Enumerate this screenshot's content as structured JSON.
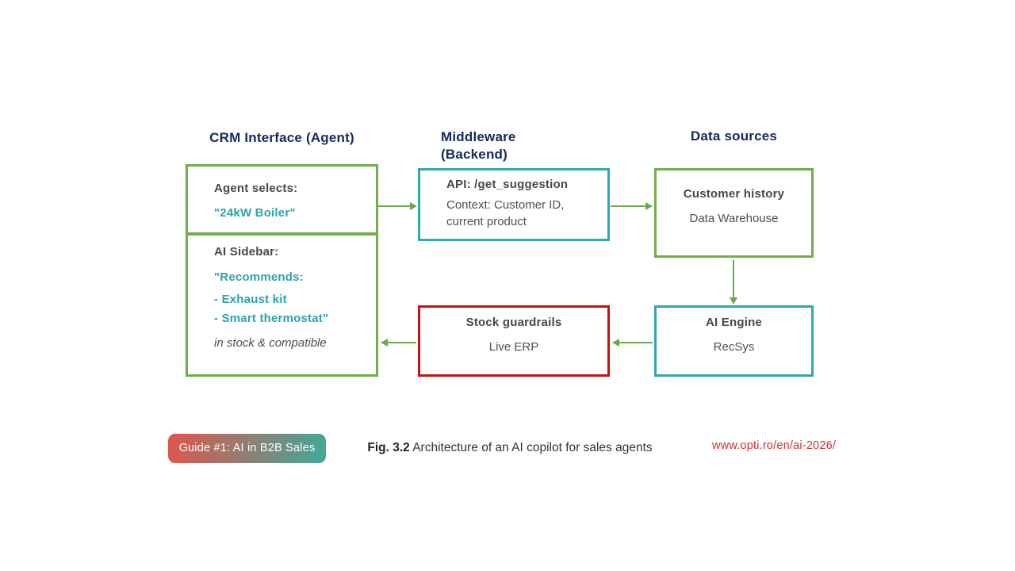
{
  "headers": {
    "crm": "CRM Interface (Agent)",
    "middleware": "Middleware\n(Backend)",
    "data_sources": "Data sources"
  },
  "boxes": {
    "agent_selects": {
      "title": "Agent selects:",
      "value": "\"24kW Boiler\""
    },
    "ai_sidebar": {
      "title": "AI Sidebar:",
      "recommend_line1": "\"Recommends:",
      "recommend_line2": "- Exhaust kit",
      "recommend_line3": "- Smart thermostat\"",
      "note": "in stock & compatible"
    },
    "api": {
      "title": "API: /get_suggestion",
      "desc": "Context: Customer ID,\ncurrent product"
    },
    "stock_guardrails": {
      "title": "Stock guardrails",
      "subtitle": "Live ERP"
    },
    "customer_history": {
      "title": "Customer history",
      "subtitle": "Data Warehouse"
    },
    "ai_engine": {
      "title": "AI Engine",
      "subtitle": "RecSys"
    }
  },
  "footer": {
    "badge_label": "Guide #1: AI in B2B Sales",
    "caption_prefix": "Fig. 3.2",
    "caption_text": " Architecture of an AI copilot for sales agents",
    "url": "www.opti.ro/en/ai-2026/"
  },
  "colors": {
    "box_green": "#6fae4b",
    "box_teal": "#2fa8b3",
    "box_red": "#c31212",
    "header_navy": "#14295e",
    "accent_teal_text": "#2ba3ab",
    "arrow_green": "#6aa84f",
    "badge_gradient_start": "#e2544a",
    "badge_gradient_end": "#3fa99c",
    "url_red": "#d32f2f"
  }
}
